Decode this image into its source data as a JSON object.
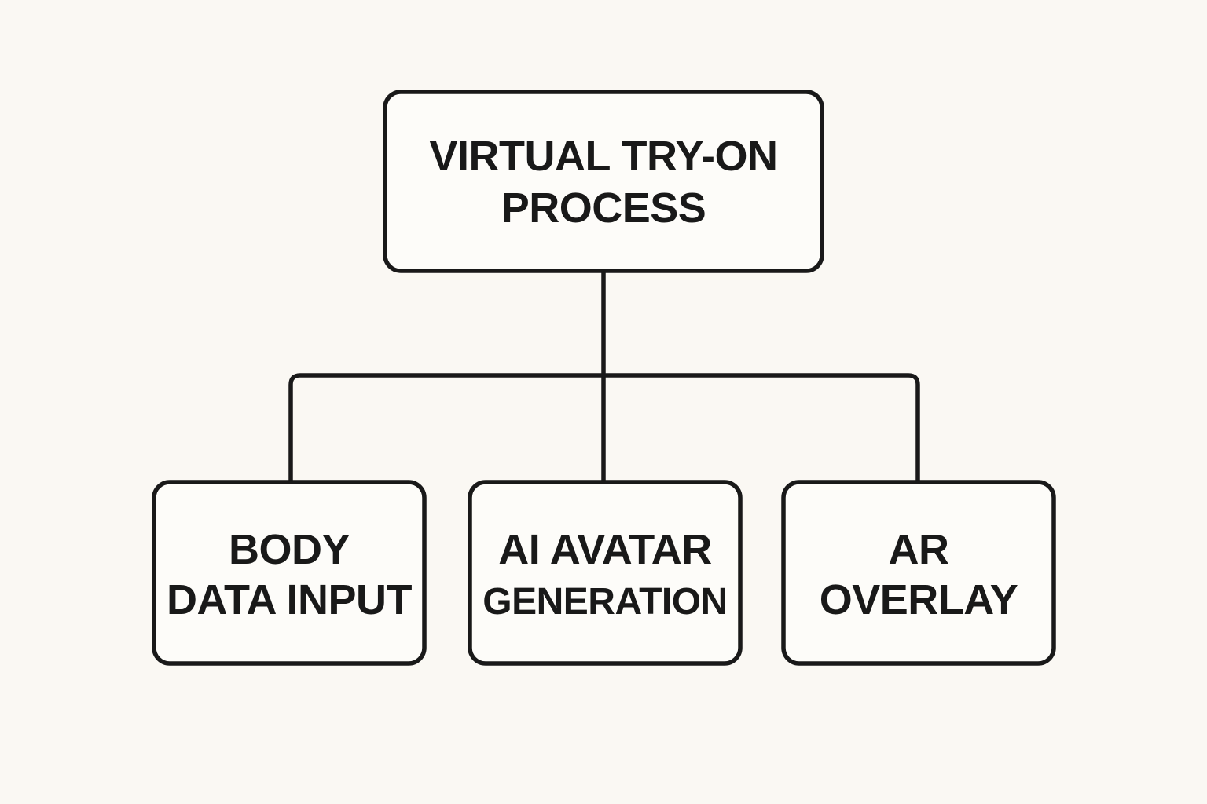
{
  "diagram": {
    "type": "hierarchy-tree",
    "title": "VIRTUAL TRY-ON PROCESS",
    "background_color": "#faf8f3",
    "node_fill_color": "#fdfcf9",
    "stroke_color": "#191919",
    "root": {
      "id": "virtual-try-on-process",
      "line1": "VIRTUAL TRY-ON",
      "line2": "PROCESS"
    },
    "children": [
      {
        "id": "body-data-input",
        "line1": "BODY",
        "line2": "DATA INPUT"
      },
      {
        "id": "ai-avatar-generation",
        "line1": "AI AVATAR",
        "line2": "GENERATION"
      },
      {
        "id": "ar-overlay",
        "line1": "AR",
        "line2": "OVERLAY"
      }
    ]
  }
}
